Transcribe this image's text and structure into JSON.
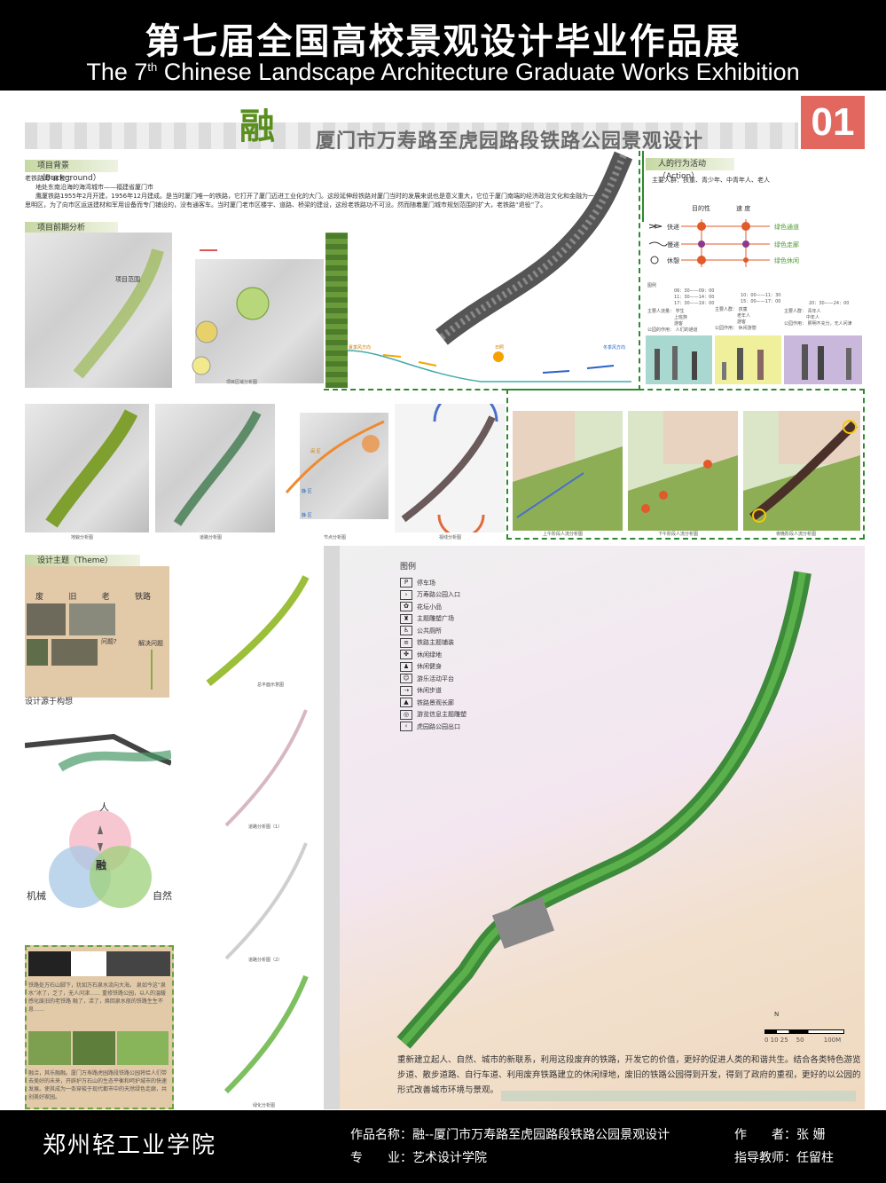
{
  "header": {
    "title_cn": "第七届全国高校景观设计毕业作品展",
    "title_en_pre": "The 7",
    "title_en_sup": "th",
    "title_en_post": " Chinese Landscape Architecture Graduate Works Exhibition"
  },
  "title": {
    "rong": "融",
    "main": "厦门市万寿路至虎园路段铁路公园景观设计",
    "number": "01"
  },
  "background": {
    "label": "项目背景（Background）",
    "line1": "老铁路的“身世”：",
    "line2": "地处东南沿海的海湾城市——福建省厦门市",
    "line3": "鹰厦铁路1955年2月开建，1956年12月建成。是当时厦门唯一的铁路，它打开了厦门迈进工业化的大门。这段延伸段铁路对厦门当时的发展来说也是意义重大，它位于厦门南端的经济政治文化和金融为一体的",
    "line4": "思明区，为了向市区运送建材和军用设备而专门铺设的，没有通客车。当时厦门老市区楼宇、道路、桥梁的建设，这段老铁路功不可没。然而随着厦门城市规划范围的扩大，老铁路“退役”了。"
  },
  "analyse": {
    "label": "项目前期分析（Analyse）",
    "project_range": "项目范围",
    "map_caption": "项目区域分析图",
    "wind_summer": "夏季风方向",
    "wind_winter": "冬季风方向",
    "sun": "日照",
    "thumb_captions": [
      "地貌分析图",
      "道路分析图",
      "节点分析图",
      "视线分析图"
    ],
    "zone_labels": [
      "静 区",
      "闹 区",
      "静 区"
    ],
    "view_captions": [
      "上午阶段人流分析图",
      "下午阶段人流分析图",
      "夜晚阶段人流分析图"
    ]
  },
  "action": {
    "label": "人的行为活动（Action）",
    "main_groups": "主要人群：孩童、青少年、中青年人、老人",
    "col_purpose": "目的性",
    "col_speed": "速 度",
    "rows": [
      {
        "name": "快递",
        "result": "绿色通道"
      },
      {
        "name": "慢递",
        "result": "绿色走廊"
      },
      {
        "name": "休憩",
        "result": "绿色休闲"
      }
    ],
    "legend": "图例",
    "time1": [
      "06：30——09：00",
      "11：30——14：00",
      "17：30——19：00"
    ],
    "time2": [
      "10：00——11：30",
      "15：00——17：00"
    ],
    "time3": "20：30——24：00",
    "group1_label": "主要人流量：",
    "group1": [
      "学生",
      "上班族",
      "游客"
    ],
    "group1_role_label": "公园的作用：",
    "group1_role": "人们的通道",
    "group2_label": "主要人群：",
    "group2": [
      "孩童",
      "老年人",
      "游客"
    ],
    "group2_role_label": "公园作用：",
    "group2_role": "休闲游憩",
    "group3_label": "主要人群：",
    "group3": [
      "青年人",
      "中年人"
    ],
    "group3_role_label": "公园作用：",
    "group3_role": "照明不充分，无人问津"
  },
  "theme": {
    "label": "设计主题（Theme）",
    "words": [
      "废",
      "旧",
      "老",
      "铁路"
    ],
    "question": "问题?",
    "solve": "解决问题",
    "idea_title": "设计源于构想",
    "venn_top": "人",
    "venn_left": "机械",
    "venn_right": "自然",
    "venn_center": "融",
    "story": "铁路处万石山脚下，犹如万石泉水流向大海。 泉如今这“泉水”冰了，乏了，无人问津…… 重修铁路公园，以人的温暖感化废旧的老铁路 融了，活了，焕回泉水般的铁路生生不息……",
    "story2": "融洽，其乐融融。厦门万寿路虎园路段铁路公园将给人们带去美好的未来，开辟护万石山的生态平衡和呵护城市的快速发展。使其成为一条穿梭于现代都市中的天然绿色走廊，共创美好家园。",
    "mini_captions": [
      "总平面示意图",
      "道路分析图（1）",
      "道路分析图（2）",
      "绿化分析图"
    ]
  },
  "legend": {
    "title": "图例",
    "items": [
      {
        "icon": "P",
        "label": "停车场"
      },
      {
        "icon": "›",
        "label": "万寿路公园入口"
      },
      {
        "icon": "✿",
        "label": "花坛小品"
      },
      {
        "icon": "♜",
        "label": "主题雕塑广场"
      },
      {
        "icon": "♿",
        "label": "公共厕所"
      },
      {
        "icon": "≡",
        "label": "铁路主题铺装"
      },
      {
        "icon": "✤",
        "label": "休闲绿地"
      },
      {
        "icon": "♟",
        "label": "休闲健身"
      },
      {
        "icon": "☺",
        "label": "游乐活动平台"
      },
      {
        "icon": "⇢",
        "label": "休闲步道"
      },
      {
        "icon": "▲",
        "label": "铁路景观长廊"
      },
      {
        "icon": "◎",
        "label": "游览信息主题雕塑"
      },
      {
        "icon": "‹",
        "label": "虎园路公园出口"
      }
    ],
    "north": "N",
    "scale": "0 10 25    50          100M"
  },
  "summary": "重新建立起人、自然、城市的新联系，利用这段废弃的铁路，开发它的价值，更好的促进人类的和谐共生。结合各类特色游览步道、散步道路、自行车道、利用废弃铁路建立的休闲绿地，废旧的铁路公园得到开发，得到了政府的重视，更好的以公园的形式改善城市环境与景观。",
  "footer": {
    "school": "郑州轻工业学院",
    "work_label": "作品名称：",
    "work_name": "融--厦门市万寿路至虎园路段铁路公园景观设计",
    "author_label": "作　　者：",
    "author": "张 姗",
    "major_label": "专　　业：",
    "major": "艺术设计学院",
    "advisor_label": "指导教师：",
    "advisor": "任留柱"
  },
  "colors": {
    "accent_green": "#5a8f1f",
    "number_box": "#e1675f",
    "dot_red": "#e05a2a",
    "dot_purple": "#8a3a8a"
  }
}
